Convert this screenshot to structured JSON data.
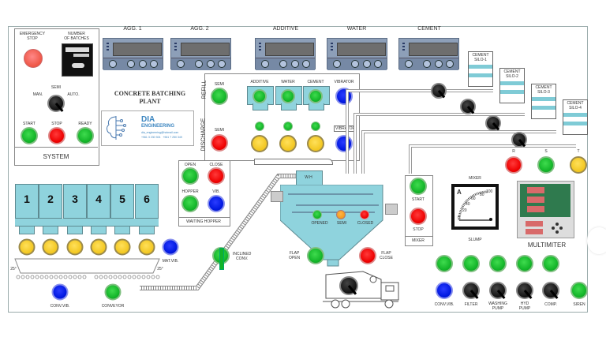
{
  "system": {
    "emergency_stop": "EMERGENCY\nSTOP",
    "number_of_batches": "NUMBER\nOF BATCHES",
    "mode_man": "MAN.",
    "mode_semi": "SEMI",
    "mode_auto": "AUTO.",
    "start": "START",
    "stop": "STOP",
    "ready": "READY",
    "title": "SYSTEM"
  },
  "meters": [
    {
      "label": "AGG. 1"
    },
    {
      "label": "AGG. 2"
    },
    {
      "label": "ADDITIVE"
    },
    {
      "label": "WATER"
    },
    {
      "label": "CEMENT"
    }
  ],
  "plant_title": "CONCRETE BATCHING PLANT",
  "logo": {
    "name": "DIA",
    "subtitle": "ENGINEERING",
    "email": "dia_engineering@hotmail.com",
    "phones": "+961 3 230 924   +961 7 250 349"
  },
  "dosing": {
    "refill_label": "REFILL",
    "discharge_label": "DISCHARGE",
    "semi_top": "SEMI",
    "semi_bottom": "SEMI",
    "additive": "ADDITIVE",
    "water": "WATER",
    "cement": "CEMENT",
    "vibrator_top": "VIBRATOR",
    "vibrator_bottom": "VIBRATOR"
  },
  "silos": [
    {
      "label": "CEMENT SILO-1"
    },
    {
      "label": "CEMENT SILO-2"
    },
    {
      "label": "CEMENT SILO-3"
    },
    {
      "label": "CEMENT SILO-4"
    }
  ],
  "phases": {
    "r": "R",
    "s": "S",
    "t": "T"
  },
  "aggregate_bins": [
    "1",
    "2",
    "3",
    "4",
    "5",
    "6"
  ],
  "mat_vib": "MAT.VIB.",
  "angle_left": "25°",
  "angle_right": "25°",
  "conv_vib": "CONV.VIB.",
  "conveyor": "CONVEYOR",
  "waiting_hopper": {
    "open": "OPEN",
    "close": "CLOSE",
    "hopper": "HOPPER",
    "vib": "VIB.",
    "title": "WAITING HOPPER"
  },
  "inclined_conv": "INCLINED\nCONV.",
  "mixer_unit": {
    "wh": "W.H",
    "opened": "OPENED",
    "semi": "SEMI",
    "closed": "CLOSED",
    "flap_open": "FLAP\nOPEN",
    "flap_close": "FLAP\nCLOSE"
  },
  "mixer_panel": {
    "start": "START",
    "stop": "STOP",
    "title": "MIXER"
  },
  "ammeter": {
    "title": "MIXER",
    "unit": "A",
    "ticks": [
      "0",
      "20",
      "40",
      "60",
      "80",
      "100"
    ],
    "bottom": "SLUMP"
  },
  "multimeter": {
    "title": "MULTIMITER"
  },
  "bottom_controls": {
    "conv_vib": "CONV.VIB.",
    "filter": "FILTER",
    "washing_pump": "WASHING\nPUMP",
    "hyd_pump": "HYD\nPUMP",
    "comp": "COMP.",
    "siren": "SIREN"
  },
  "colors": {
    "green": "#12b428",
    "red": "#e00000",
    "blue": "#0018e0",
    "yellow": "#f2c61f",
    "hopper_blue": "#8fd3dd",
    "meter_blue": "#8d9fb8"
  }
}
